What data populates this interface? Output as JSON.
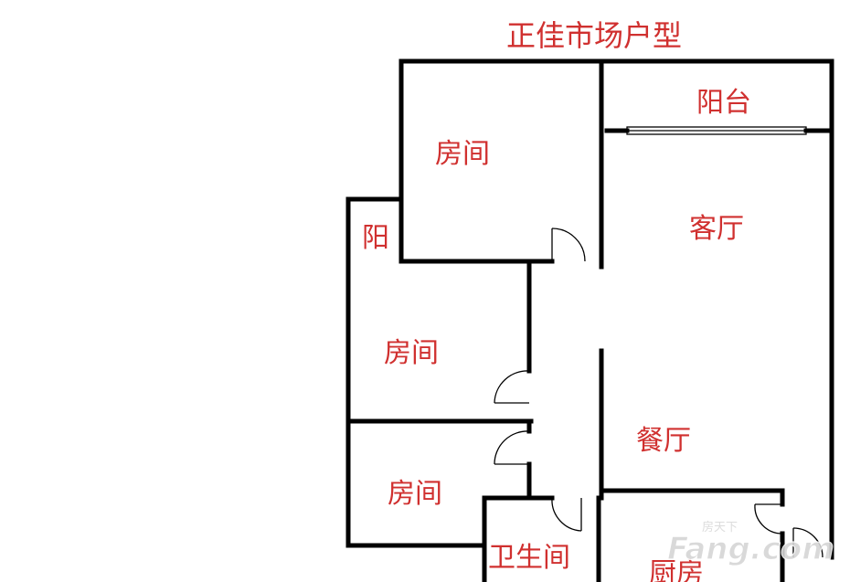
{
  "title": "正佳市场户型",
  "rooms": {
    "bedroom_top": "房间",
    "balcony_top": "阳台",
    "living": "客厅",
    "balcony_side": "阳",
    "bedroom_mid": "房间",
    "dining": "餐厅",
    "bedroom_bottom": "房间",
    "bathroom": "卫生间",
    "kitchen": "厨房"
  },
  "watermark": {
    "brand": "Fang.com",
    "cn": "房天下"
  },
  "colors": {
    "label": "#d0302f",
    "wall": "#000000",
    "watermark": "#c8c8c8"
  }
}
